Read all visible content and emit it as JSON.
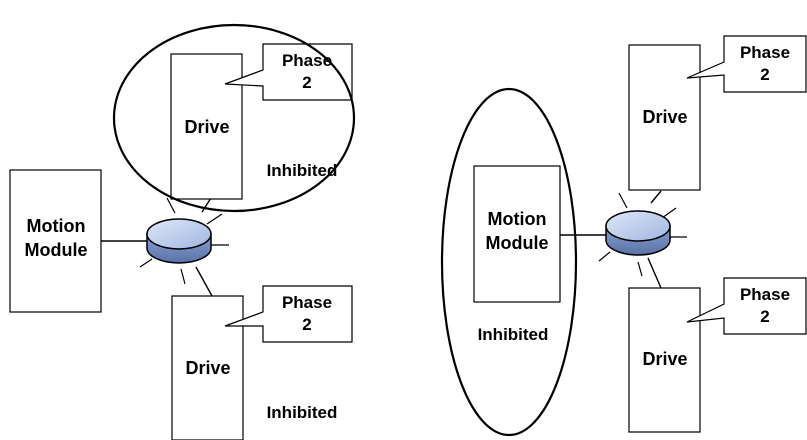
{
  "left_scenario": {
    "motion_module": {
      "line1": "Motion",
      "line2": "Module"
    },
    "drive_top": {
      "label": "Drive",
      "callout_line1": "Phase",
      "callout_line2": "2",
      "status": "Inhibited"
    },
    "drive_bottom": {
      "label": "Drive",
      "callout_line1": "Phase",
      "callout_line2": "2",
      "status": "Inhibited"
    }
  },
  "right_scenario": {
    "motion_module": {
      "line1": "Motion",
      "line2": "Module",
      "status": "Inhibited"
    },
    "drive_top": {
      "label": "Drive",
      "callout_line1": "Phase",
      "callout_line2": "2"
    },
    "drive_bottom": {
      "label": "Drive",
      "callout_line1": "Phase",
      "callout_line2": "2"
    }
  },
  "colors": {
    "stroke": "#000000",
    "switch_top": "#b8c9ea",
    "switch_side": "#6e86bd",
    "background": "#ffffff"
  }
}
